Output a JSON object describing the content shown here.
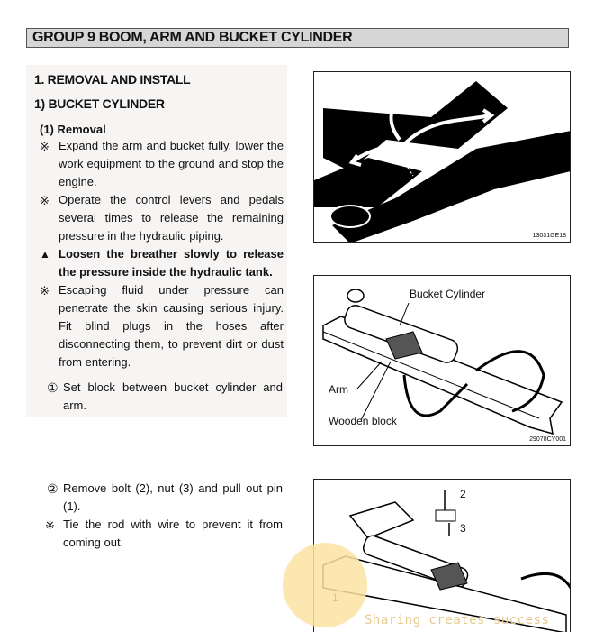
{
  "header": {
    "title": "GROUP  9  BOOM, ARM AND BUCKET CYLINDER"
  },
  "section": {
    "title": "1. REMOVAL AND INSTALL",
    "subtitle": "1) BUCKET CYLINDER"
  },
  "removal": {
    "title": "(1) Removal",
    "notes": [
      "Expand the arm and bucket fully, lower the work equipment to the ground and stop the engine.",
      "Operate the control levers and pedals several times to release the remaining pressure in the hydraulic piping."
    ],
    "warning": "Loosen the breather slowly to release the pressure inside the hydraulic tank.",
    "note3": "Escaping fluid under pressure can penetrate the skin causing serious injury. Fit blind plugs in the hoses after disconnecting them, to prevent dirt or dust from entering.",
    "step1": "Set block between bucket cylinder and arm.",
    "step2": "Remove bolt (2), nut (3) and pull out pin (1).",
    "note4": "Tie the rod with wire to prevent it from coming out."
  },
  "symbols": {
    "note": "※",
    "warning": "▲",
    "step1": "①",
    "step2": "②"
  },
  "figures": {
    "fig1": {
      "code": "13031GE18"
    },
    "fig2": {
      "code": "29078CY001",
      "label_cylinder": "Bucket Cylinder",
      "label_arm": "Arm",
      "label_block": "Wooden block"
    },
    "fig3": {
      "label_2": "2",
      "label_3": "3",
      "label_1": "1"
    }
  },
  "watermark": {
    "text": "Sharing creates success"
  }
}
